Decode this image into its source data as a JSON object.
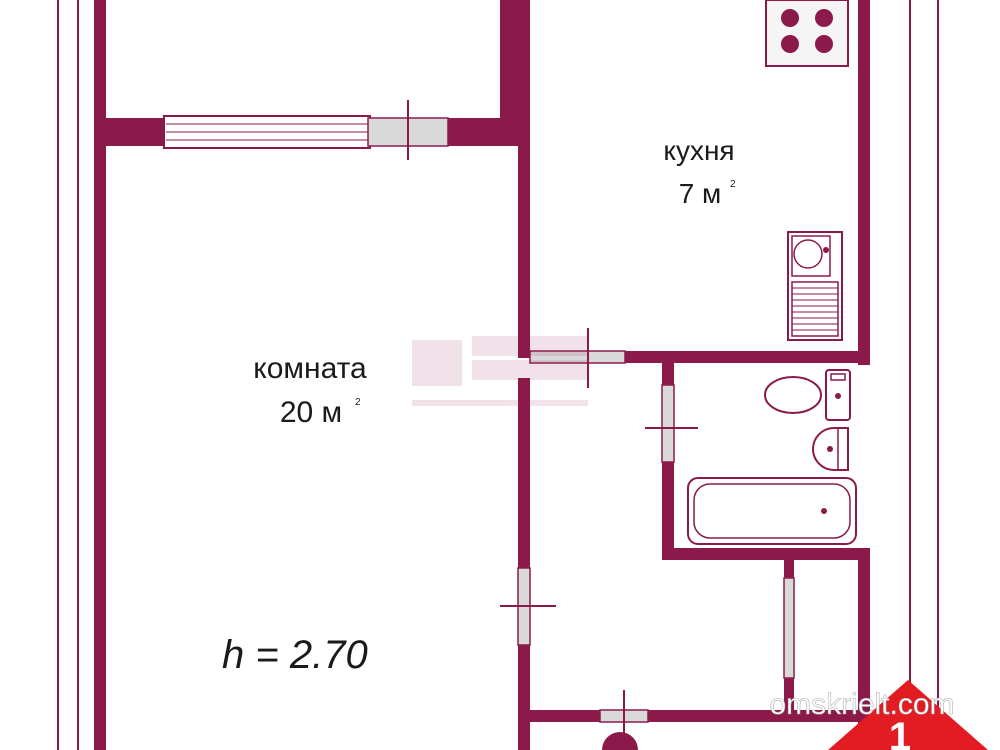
{
  "rooms": {
    "kitchen": {
      "name": "кухня",
      "area": "7 м",
      "unit_sup": "2"
    },
    "room": {
      "name": "комната",
      "area": "20 м",
      "unit_sup": "2"
    }
  },
  "ceiling_height": "h = 2.70",
  "watermark": {
    "site": "omskrielt.com",
    "logo_digit": "1"
  },
  "colors": {
    "wall": "#8b1a4a",
    "wall_light": "#9e2558",
    "fixture_gray": "#d9d9d9",
    "window_fill": "#ffffff",
    "watermark_red": "#e31b23"
  }
}
